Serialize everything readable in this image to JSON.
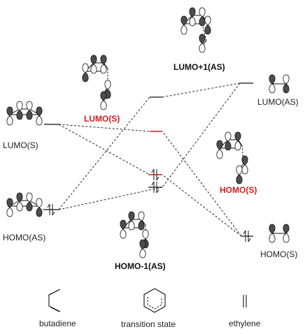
{
  "labels": {
    "butadiene_lumo": "LUMO(S)",
    "butadiene_homo": "HOMO(AS)",
    "ts_lumo_plus_1": "LUMO+1(AS)",
    "ts_lumo": "LUMO(S)",
    "ts_homo": "HOMO(S)",
    "ts_homo_minus_1": "HOMO-1(AS)",
    "ethylene_lumo": "LUMO(AS)",
    "ethylene_homo": "HOMO(S)"
  },
  "structures": {
    "butadiene": "butadiene",
    "transition_state": "transition state",
    "ethylene": "ethylene"
  },
  "colors": {
    "highlight": "#d41e1e",
    "line": "#111111",
    "lobe_dark": "#4d4d4d"
  },
  "icons": {
    "electron_pair": "up-down-arrow-pair",
    "orbital_lobe": "p-orbital-lobe"
  }
}
